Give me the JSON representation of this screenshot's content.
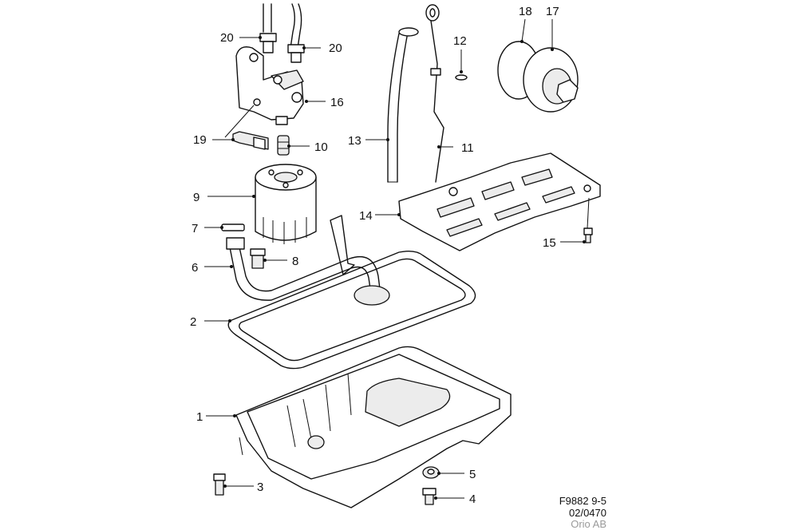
{
  "callouts": [
    {
      "id": "20a",
      "label": "20"
    },
    {
      "id": "20b",
      "label": "20"
    },
    {
      "id": "16",
      "label": "16"
    },
    {
      "id": "19",
      "label": "19"
    },
    {
      "id": "10",
      "label": "10"
    },
    {
      "id": "9",
      "label": "9"
    },
    {
      "id": "7",
      "label": "7"
    },
    {
      "id": "6",
      "label": "6"
    },
    {
      "id": "8",
      "label": "8"
    },
    {
      "id": "2",
      "label": "2"
    },
    {
      "id": "1",
      "label": "1"
    },
    {
      "id": "3",
      "label": "3"
    },
    {
      "id": "5",
      "label": "5"
    },
    {
      "id": "4",
      "label": "4"
    },
    {
      "id": "13",
      "label": "13"
    },
    {
      "id": "11",
      "label": "11"
    },
    {
      "id": "12",
      "label": "12"
    },
    {
      "id": "18",
      "label": "18"
    },
    {
      "id": "17",
      "label": "17"
    },
    {
      "id": "14",
      "label": "14"
    },
    {
      "id": "15",
      "label": "15"
    }
  ],
  "footer": {
    "figure_ref": "F9882 9-5",
    "doc_ref": "02/0470",
    "publisher": "Orio AB"
  }
}
